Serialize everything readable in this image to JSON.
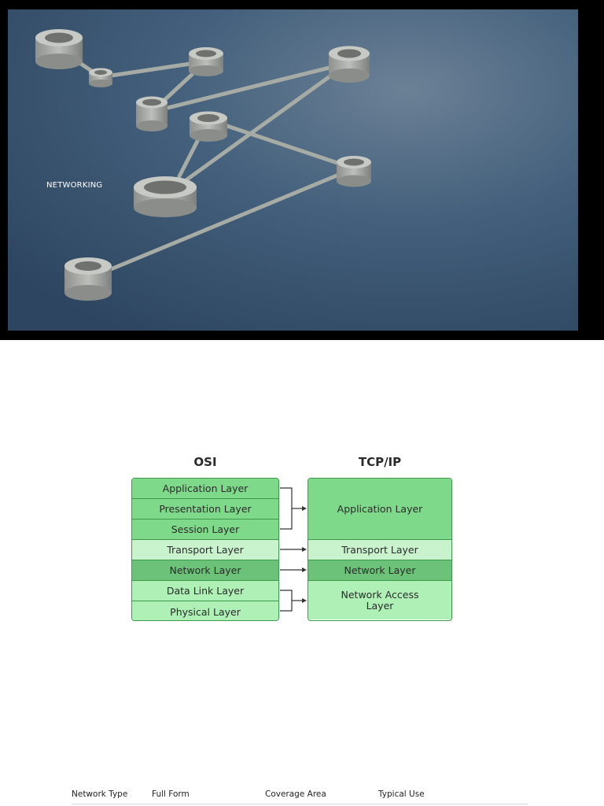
{
  "hero": {
    "caption": "NETWORKING",
    "background_color": "#3e5773"
  },
  "diagram": {
    "osi_title": "OSI",
    "tcp_title": "TCP/IP",
    "osi_layers": [
      "Application Layer",
      "Presentation Layer",
      "Session Layer",
      "Transport Layer",
      "Network Layer",
      "Data Link Layer",
      "Physical Layer"
    ],
    "tcp_layers": [
      "Application Layer",
      "Transport Layer",
      "Network Layer",
      "Network Access Layer"
    ],
    "colors": {
      "border": "#3a9a4a",
      "mid_green": "#7fd98a",
      "light_green": "#c9f3cd",
      "dark_green": "#6cc278",
      "pale_green": "#aef0b5"
    }
  },
  "table": {
    "headers": [
      "Network Type",
      "Full Form",
      "Coverage Area",
      "Typical Use"
    ]
  }
}
